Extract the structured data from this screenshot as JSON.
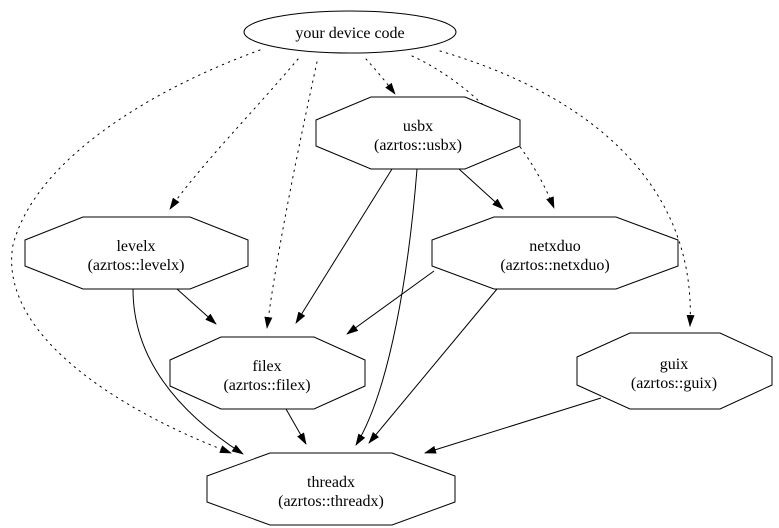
{
  "diagram": {
    "kind": "dependency-graph",
    "colors": {
      "background": "#ffffff",
      "stroke": "#000000",
      "text": "#000000"
    }
  },
  "nodes": {
    "device_code": {
      "label": "your device code",
      "shape": "ellipse"
    },
    "usbx": {
      "label": "usbx",
      "sublabel": "(azrtos::usbx)",
      "shape": "octagon"
    },
    "levelx": {
      "label": "levelx",
      "sublabel": "(azrtos::levelx)",
      "shape": "octagon"
    },
    "netxduo": {
      "label": "netxduo",
      "sublabel": "(azrtos::netxduo)",
      "shape": "octagon"
    },
    "filex": {
      "label": "filex",
      "sublabel": "(azrtos::filex)",
      "shape": "octagon"
    },
    "guix": {
      "label": "guix",
      "sublabel": "(azrtos::guix)",
      "shape": "octagon"
    },
    "threadx": {
      "label": "threadx",
      "sublabel": "(azrtos::threadx)",
      "shape": "octagon"
    }
  },
  "edges": [
    {
      "from": "your device code",
      "to": "usbx",
      "style": "dotted"
    },
    {
      "from": "your device code",
      "to": "levelx",
      "style": "dotted"
    },
    {
      "from": "your device code",
      "to": "netxduo",
      "style": "dotted"
    },
    {
      "from": "your device code",
      "to": "filex",
      "style": "dotted"
    },
    {
      "from": "your device code",
      "to": "guix",
      "style": "dotted"
    },
    {
      "from": "your device code",
      "to": "threadx",
      "style": "dotted"
    },
    {
      "from": "usbx",
      "to": "netxduo",
      "style": "solid"
    },
    {
      "from": "usbx",
      "to": "filex",
      "style": "solid"
    },
    {
      "from": "usbx",
      "to": "threadx",
      "style": "solid"
    },
    {
      "from": "levelx",
      "to": "filex",
      "style": "solid"
    },
    {
      "from": "levelx",
      "to": "threadx",
      "style": "solid"
    },
    {
      "from": "netxduo",
      "to": "filex",
      "style": "solid"
    },
    {
      "from": "netxduo",
      "to": "threadx",
      "style": "solid"
    },
    {
      "from": "filex",
      "to": "threadx",
      "style": "solid"
    },
    {
      "from": "guix",
      "to": "threadx",
      "style": "solid"
    }
  ]
}
